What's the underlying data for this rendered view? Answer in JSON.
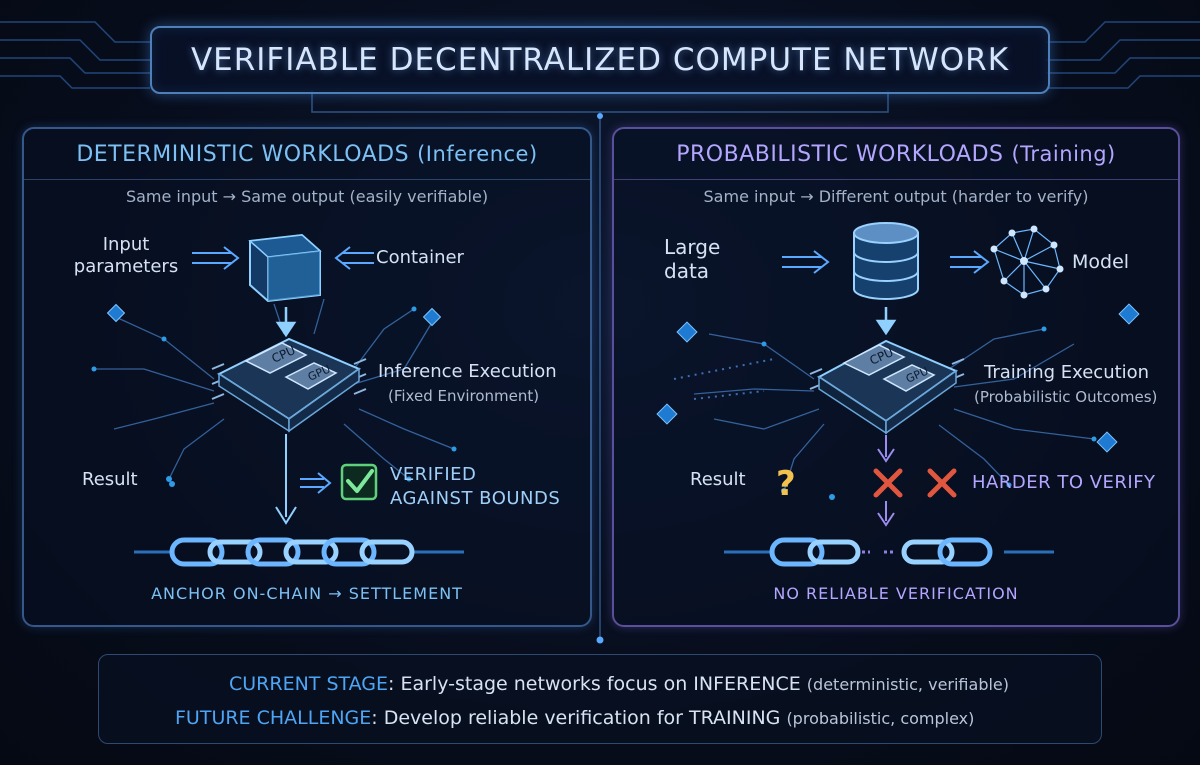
{
  "title": "VERIFIABLE DECENTRALIZED COMPUTE NETWORK",
  "colors": {
    "accent_blue": "#4ea5f5",
    "accent_purple": "#b4a6ff",
    "verified_green": "#5fd17a",
    "error_red": "#e0563f",
    "question_yellow": "#f2c14e"
  },
  "left_panel": {
    "title": "DETERMINISTIC WORKLOADS",
    "title_paren": "(Inference)",
    "subtitle": "Same input → Same output (easily verifiable)",
    "input_label": "Input\nparameters",
    "container_label": "Container",
    "execution_label": "Inference Execution",
    "execution_sub": "(Fixed Environment)",
    "result_label": "Result",
    "verified_label": "VERIFIED\nAGAINST BOUNDS",
    "chip_labels": [
      "CPU",
      "GPU"
    ],
    "footer": "ANCHOR ON-CHAIN → SETTLEMENT",
    "icons": [
      "arrow-right-icon",
      "container-cube-icon",
      "arrow-left-icon",
      "chip-icon",
      "checkmark-icon",
      "chain-icon"
    ]
  },
  "right_panel": {
    "title": "PROBABILISTIC WORKLOADS",
    "title_paren": "(Training)",
    "subtitle": "Same input → Different output (harder to verify)",
    "data_label": "Large\ndata",
    "model_label": "Model",
    "execution_label": "Training Execution",
    "execution_sub": "(Probabilistic Outcomes)",
    "result_label": "Result",
    "result_mark": "?",
    "harder_label": "HARDER TO VERIFY",
    "chip_labels": [
      "CPU",
      "GPU"
    ],
    "footer": "NO RELIABLE VERIFICATION",
    "icons": [
      "database-icon",
      "neural-network-icon",
      "chip-icon",
      "question-icon",
      "cross-icon",
      "broken-chain-icon"
    ]
  },
  "bottom": {
    "current_key": "CURRENT STAGE",
    "current_text": ": Early-stage networks focus on INFERENCE ",
    "current_paren": "(deterministic, verifiable)",
    "future_key": "FUTURE CHALLENGE",
    "future_text": ": Develop reliable verification for TRAINING ",
    "future_paren": "(probabilistic, complex)"
  }
}
